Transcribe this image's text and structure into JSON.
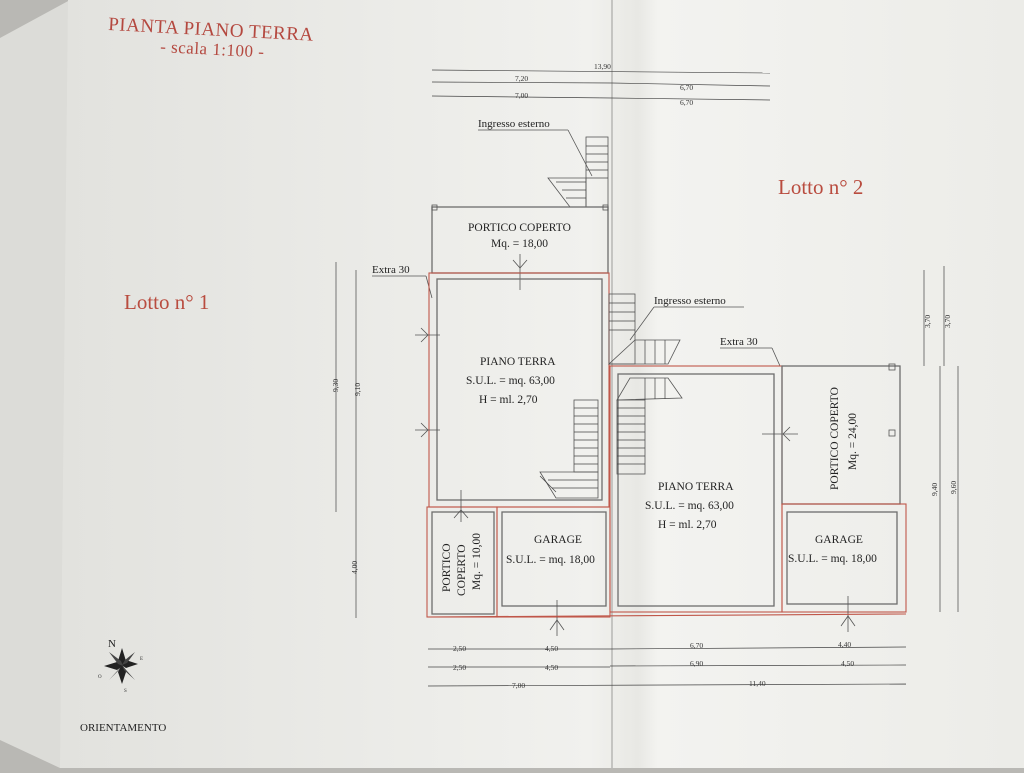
{
  "title": "PIANTA PIANO TERRA",
  "subtitle": "- scala 1:100 -",
  "lots": {
    "lot1": "Lotto n° 1",
    "lot2": "Lotto n° 2"
  },
  "entrances": {
    "top": "Ingresso esterno",
    "middle": "Ingresso esterno"
  },
  "extras": {
    "left": "Extra 30",
    "right": "Extra 30"
  },
  "portico_top": {
    "name": "PORTICO COPERTO",
    "area": "Mq. = 18,00"
  },
  "portico_right": {
    "name": "PORTICO COPERTO",
    "area": "Mq. = 24,00"
  },
  "portico_small": {
    "line1": "PORTICO",
    "line2": "COPERTO",
    "line3": "Mq. = 10,00"
  },
  "piano_left": {
    "name": "PIANO TERRA",
    "sul": "S.U.L. = mq. 63,00",
    "h": "H = ml. 2,70"
  },
  "piano_right": {
    "name": "PIANO TERRA",
    "sul": "S.U.L. = mq. 63,00",
    "h": "H = ml. 2,70"
  },
  "garage_left": {
    "name": "GARAGE",
    "sul": "S.U.L. = mq. 18,00"
  },
  "garage_right": {
    "name": "GARAGE",
    "sul": "S.U.L. = mq. 18,00"
  },
  "dims_top": {
    "total": "13,90",
    "r1_left": "7,20",
    "r1_right": "6,70",
    "r2_left": "7,00",
    "r2_right": "6,70"
  },
  "dims_left": {
    "outer": "9,30",
    "inner": "9,10",
    "bottom": "4,00"
  },
  "dims_right": {
    "a": "3,70",
    "b": "3,70",
    "c": "9,40",
    "d": "9,60"
  },
  "dims_bottom": {
    "r1": [
      "2,50",
      "4,50",
      "6,70",
      "4,40"
    ],
    "r2": [
      "2,50",
      "4,50",
      "6,90",
      "4,50"
    ],
    "r3": [
      "7,00",
      "11,40"
    ]
  },
  "compass": {
    "north": "N",
    "east": "E",
    "south": "S",
    "west": "O"
  },
  "orientation": "ORIENTAMENTO",
  "colors": {
    "paper": "#f1f1ee",
    "red": "#c0574a",
    "title": "#b4483f",
    "background": "#b9b8b4"
  }
}
